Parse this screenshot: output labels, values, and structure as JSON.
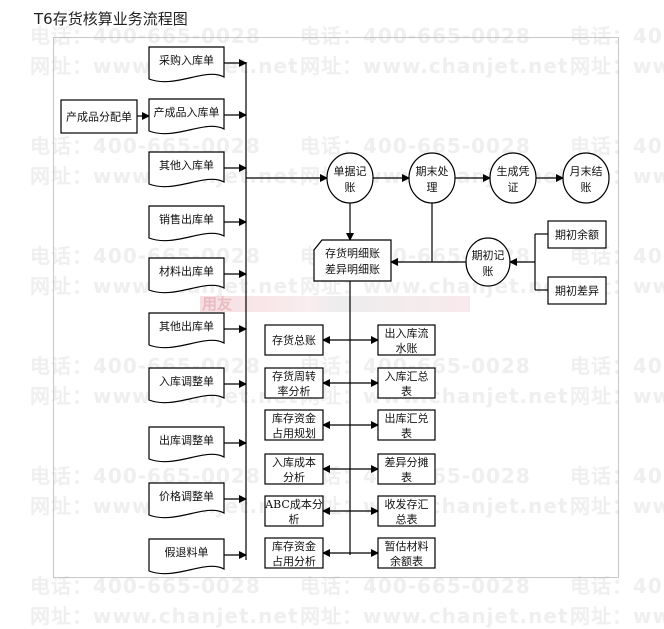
{
  "title": "T6存货核算业务流程图",
  "watermark": {
    "phone": "电话：400-665-0028",
    "site": "网址：www.chanjet.net",
    "overlay": "用友"
  },
  "documents_in": [
    "采购入库单",
    "产成品入库单",
    "其他入库单",
    "销售出库单",
    "材料出库单",
    "其他出库单",
    "入库调整单",
    "出库调整单",
    "价格调整单",
    "假退料单"
  ],
  "source_doc": "产成品分配单",
  "process": [
    {
      "line1": "单据记",
      "line2": "账"
    },
    {
      "line1": "期末处",
      "line2": "理"
    },
    {
      "line1": "生成凭",
      "line2": "证"
    },
    {
      "line1": "月末结",
      "line2": "账"
    }
  ],
  "ledger": {
    "line1": "存货明细账",
    "line2": "差异明细账"
  },
  "opening": {
    "line1": "期初记",
    "line2": "账"
  },
  "opening_inputs": [
    "期初余额",
    "期初差异"
  ],
  "reports_left": [
    {
      "line1": "存货总账",
      "line2": ""
    },
    {
      "line1": "存货周转",
      "line2": "率分析"
    },
    {
      "line1": "库存资金",
      "line2": "占用规划"
    },
    {
      "line1": "入库成本",
      "line2": "分析"
    },
    {
      "line1": "ABC成本分",
      "line2": "析"
    },
    {
      "line1": "库存资金",
      "line2": "占用分析"
    }
  ],
  "reports_right": [
    {
      "line1": "出入库流",
      "line2": "水账"
    },
    {
      "line1": "入库汇总",
      "line2": "表"
    },
    {
      "line1": "出库汇兑",
      "line2": "表"
    },
    {
      "line1": "差异分摊",
      "line2": "表"
    },
    {
      "line1": "收发存汇",
      "line2": "总表"
    },
    {
      "line1": "暂估材料",
      "line2": "余额表"
    }
  ]
}
